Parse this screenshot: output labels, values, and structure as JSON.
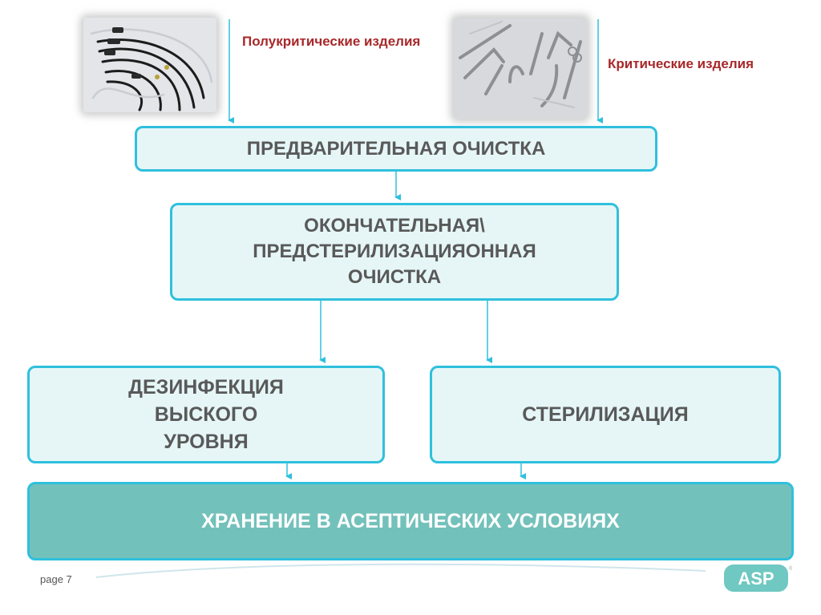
{
  "labels": {
    "semi_critical": "Полукритические изделия",
    "critical": "Критические изделия"
  },
  "boxes": {
    "pre_cleaning": "ПРЕДВАРИТЕЛЬНАЯ ОЧИСТКА",
    "final_cleaning": "ОКОНЧАТЕЛЬНАЯ\\\nПРЕДСТЕРИЛИЗАЦИЯОННАЯ\nОЧИСТКА",
    "disinfection": "ДЕЗИНФЕКЦИЯ\nВЫСКОГО\nУРОВНЯ",
    "sterilization": "СТЕРИЛИЗАЦИЯ",
    "storage": "ХРАНЕНИЕ В АСЕПТИЧЕСКИХ УСЛОВИЯХ"
  },
  "footer": {
    "page": "page 7",
    "logo_text": "ASP"
  },
  "colors": {
    "accent": "#2fc0dd",
    "box_fill": "#e6f6f7",
    "storage_fill": "#73c1bb",
    "label_red": "#a8282a",
    "text_gray": "#595959"
  },
  "icons": {
    "semi_critical_image": "endoscope-cables-photo",
    "critical_image": "surgical-instruments-photo",
    "logo": "asp-logo"
  }
}
